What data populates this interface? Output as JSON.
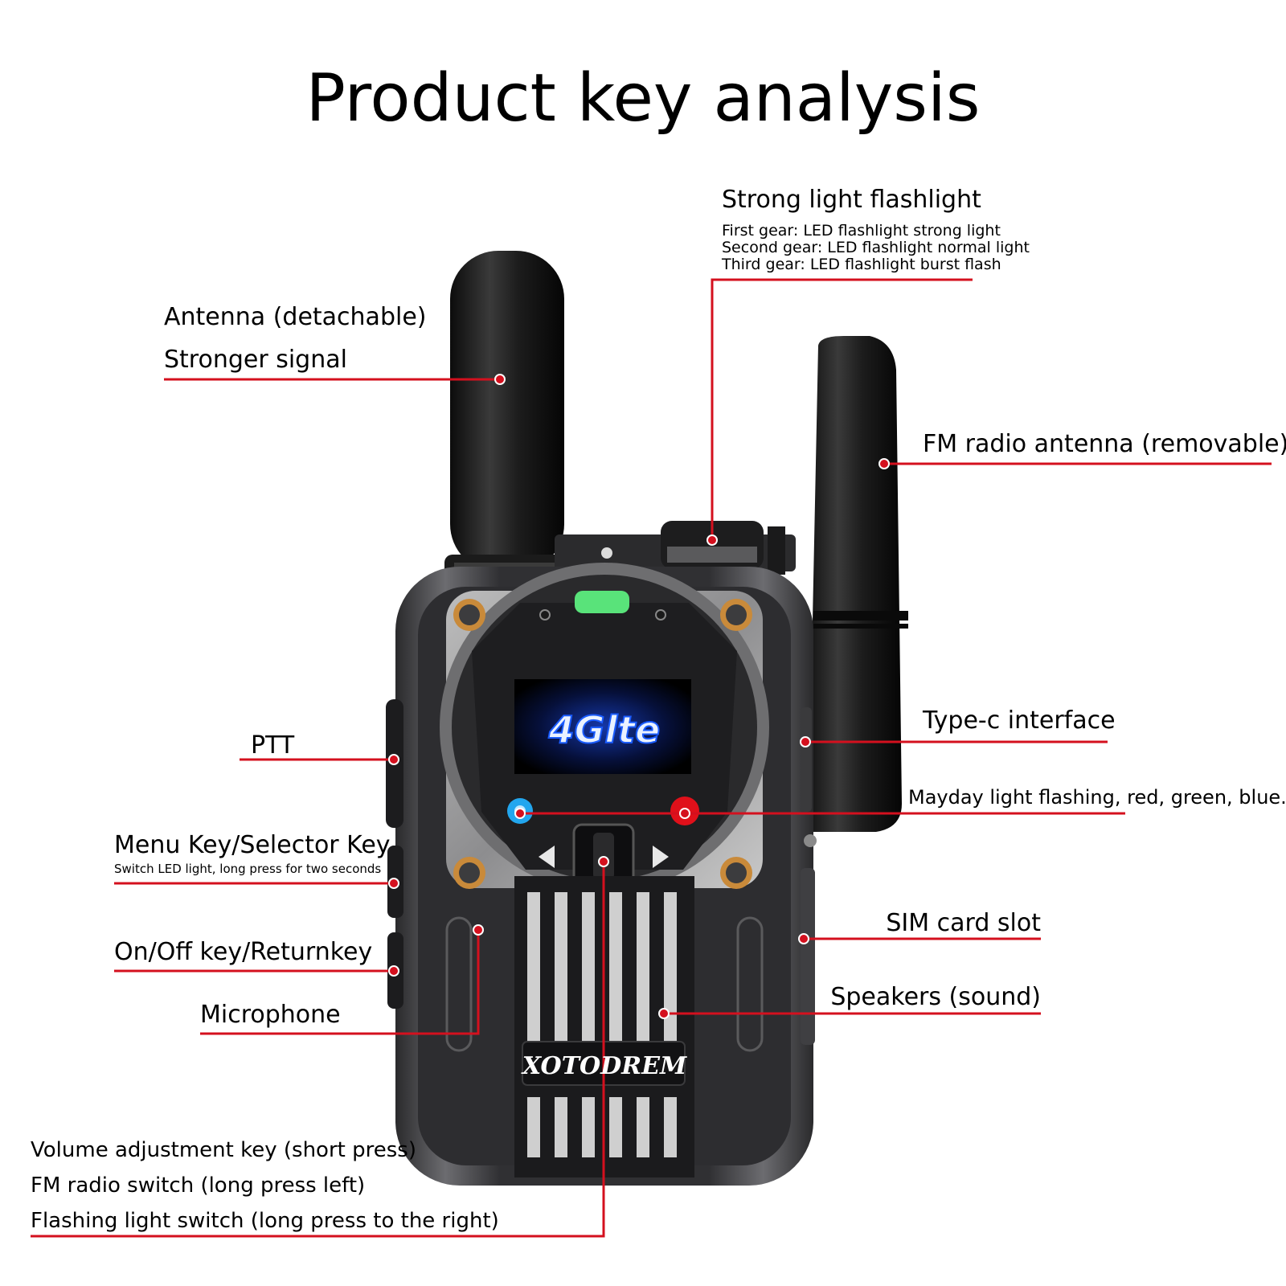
{
  "title": "Product key analysis",
  "device": {
    "brand": "XOTODREM",
    "screen_text": "4Glte"
  },
  "colors": {
    "leader_line": "#d4101e",
    "screen": "#1a5cff",
    "led_green": "#59e37a",
    "led_blue": "#22a6ee",
    "led_red": "#e0101a"
  },
  "callouts": {
    "flashlight": {
      "title": "Strong light flashlight",
      "lines": [
        "First gear: LED flashlight strong light",
        "Second gear: LED flashlight normal light",
        "Third gear: LED flashlight burst flash"
      ]
    },
    "antenna": {
      "line1": "Antenna (detachable)",
      "line2": "Stronger signal"
    },
    "fm_antenna": {
      "label": "FM radio antenna (removable)"
    },
    "ptt": {
      "label": "PTT"
    },
    "type_c": {
      "label": "Type-c interface"
    },
    "mayday": {
      "label": "Mayday light flashing, red, green, blue."
    },
    "menu_key": {
      "label": "Menu Key/Selector Key",
      "note": "Switch LED light, long press for two seconds"
    },
    "sim": {
      "label": "SIM card slot"
    },
    "onoff": {
      "label": "On/Off key/Returnkey"
    },
    "speakers": {
      "label": "Speakers (sound)"
    },
    "microphone": {
      "label": "Microphone"
    },
    "volume": {
      "lines": [
        "Volume adjustment key (short press)",
        "FM radio switch (long press left)",
        "Flashing light switch (long press to the right)"
      ]
    }
  }
}
